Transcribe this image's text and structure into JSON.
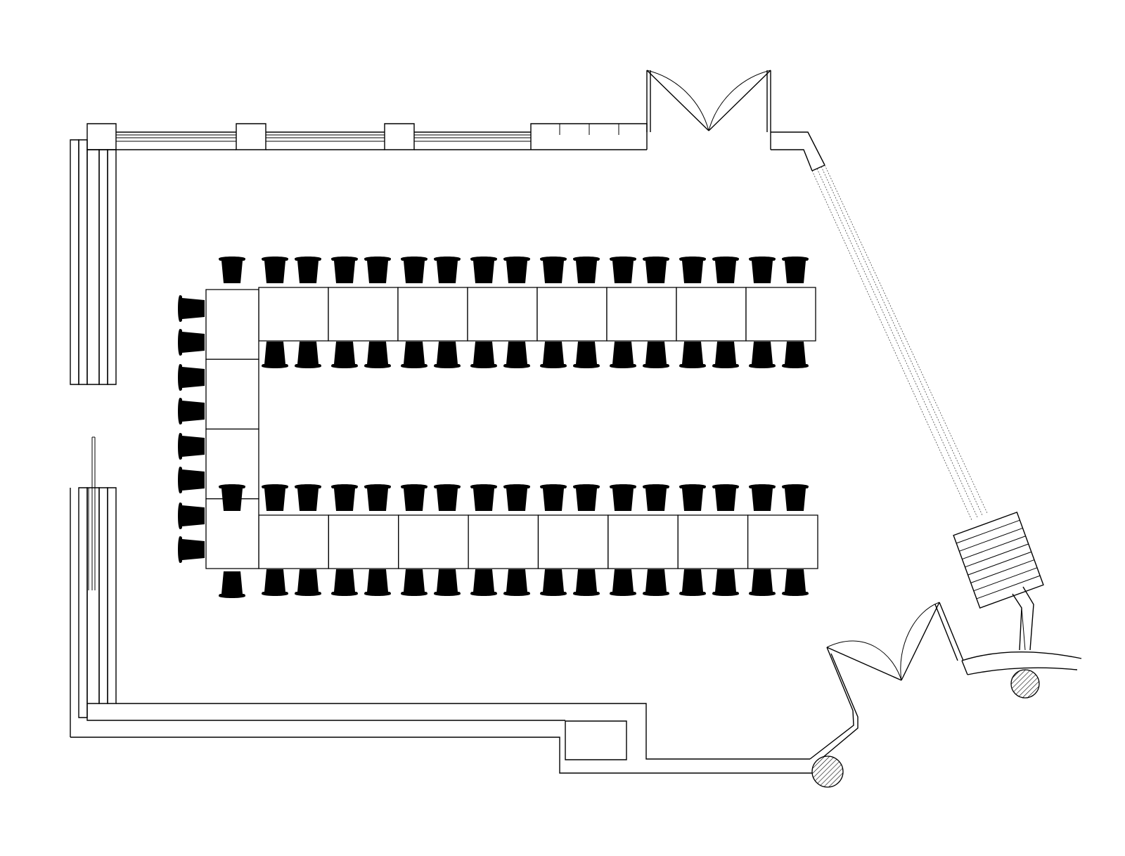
{
  "colors": {
    "line": "#000000",
    "background": "#ffffff"
  },
  "seating": {
    "top_table": {
      "tables": 8,
      "chairs_per_side": 17
    },
    "bottom_table": {
      "tables": 8,
      "chairs_per_side": 17
    },
    "head_table": {
      "tables": 4,
      "chairs_outer": 8
    }
  }
}
